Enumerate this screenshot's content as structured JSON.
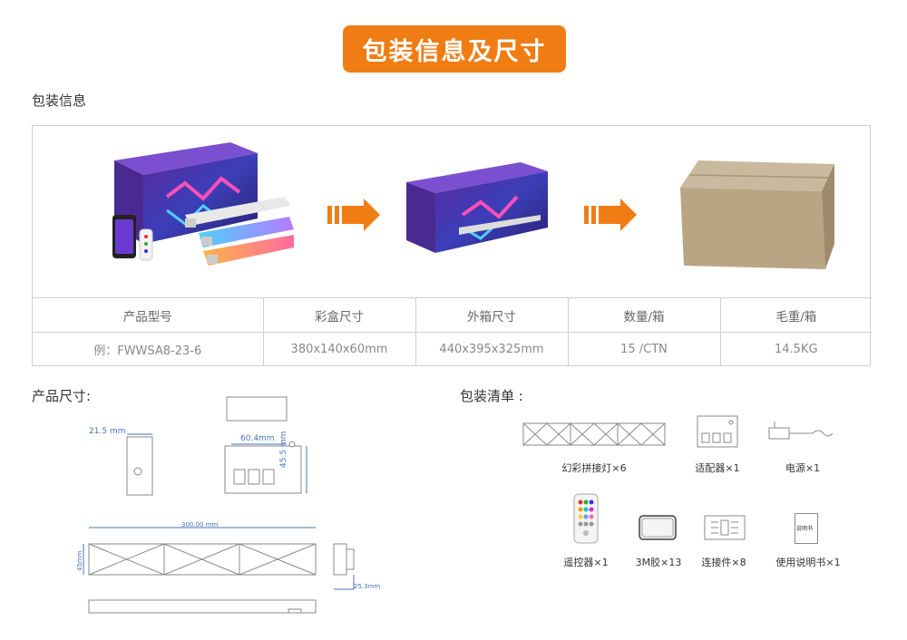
{
  "banner": {
    "title": "包装信息及尺寸"
  },
  "packaging": {
    "heading": "包装信息",
    "table": {
      "headers": [
        "产品型号",
        "彩盒尺寸",
        "外箱尺寸",
        "数量/箱",
        "毛重/箱"
      ],
      "values": [
        "例：FWWSA8-23-6",
        "380x140x60mm",
        "440x395x325mm",
        "15 /CTN",
        "14.5KG"
      ]
    }
  },
  "product_size": {
    "heading": "产品尺寸:",
    "dims": {
      "width_side": "21.5 mm",
      "controller_width": "60.4mm",
      "controller_height": "45.5 mm",
      "length": "300.00 mm",
      "height": "45mm",
      "depth": "25.3mm"
    }
  },
  "package_list": {
    "heading": "包装清单 :",
    "items": [
      "幻彩拼接灯×6",
      "适配器×1",
      "电源×1",
      "遥控器×1",
      "3M胶×13",
      "连接件×8",
      "使用说明书×1"
    ],
    "manual_label": "说明书"
  },
  "colors": {
    "accent": "#ef7d14",
    "dimension_blue": "#4a72b8"
  }
}
